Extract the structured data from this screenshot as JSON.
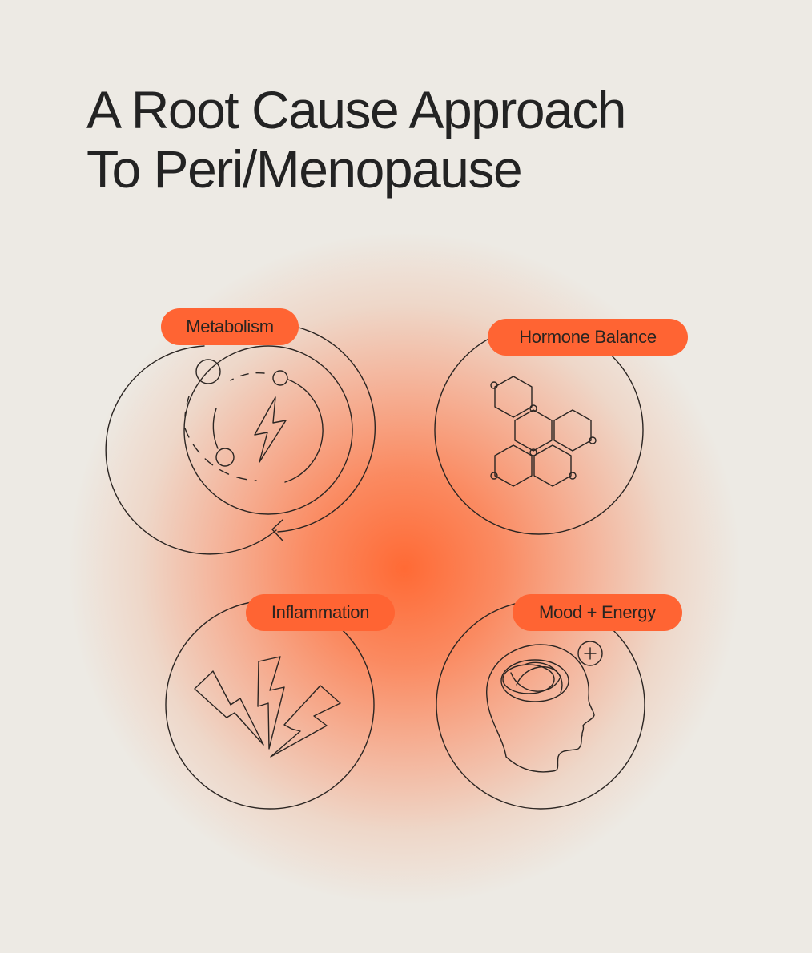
{
  "title": {
    "line1": "A Root Cause Approach",
    "line2": "To Peri/Menopause"
  },
  "pillars": [
    {
      "label": "Metabolism",
      "icon": "metabolism-cycle-icon"
    },
    {
      "label": "Hormone Balance",
      "icon": "hexagon-molecule-icon"
    },
    {
      "label": "Inflammation",
      "icon": "lightning-bolts-icon"
    },
    {
      "label": "Mood + Energy",
      "icon": "brain-head-icon"
    }
  ],
  "colors": {
    "background": "#EDEAE4",
    "accent": "#FF6433",
    "ink": "#232323"
  }
}
